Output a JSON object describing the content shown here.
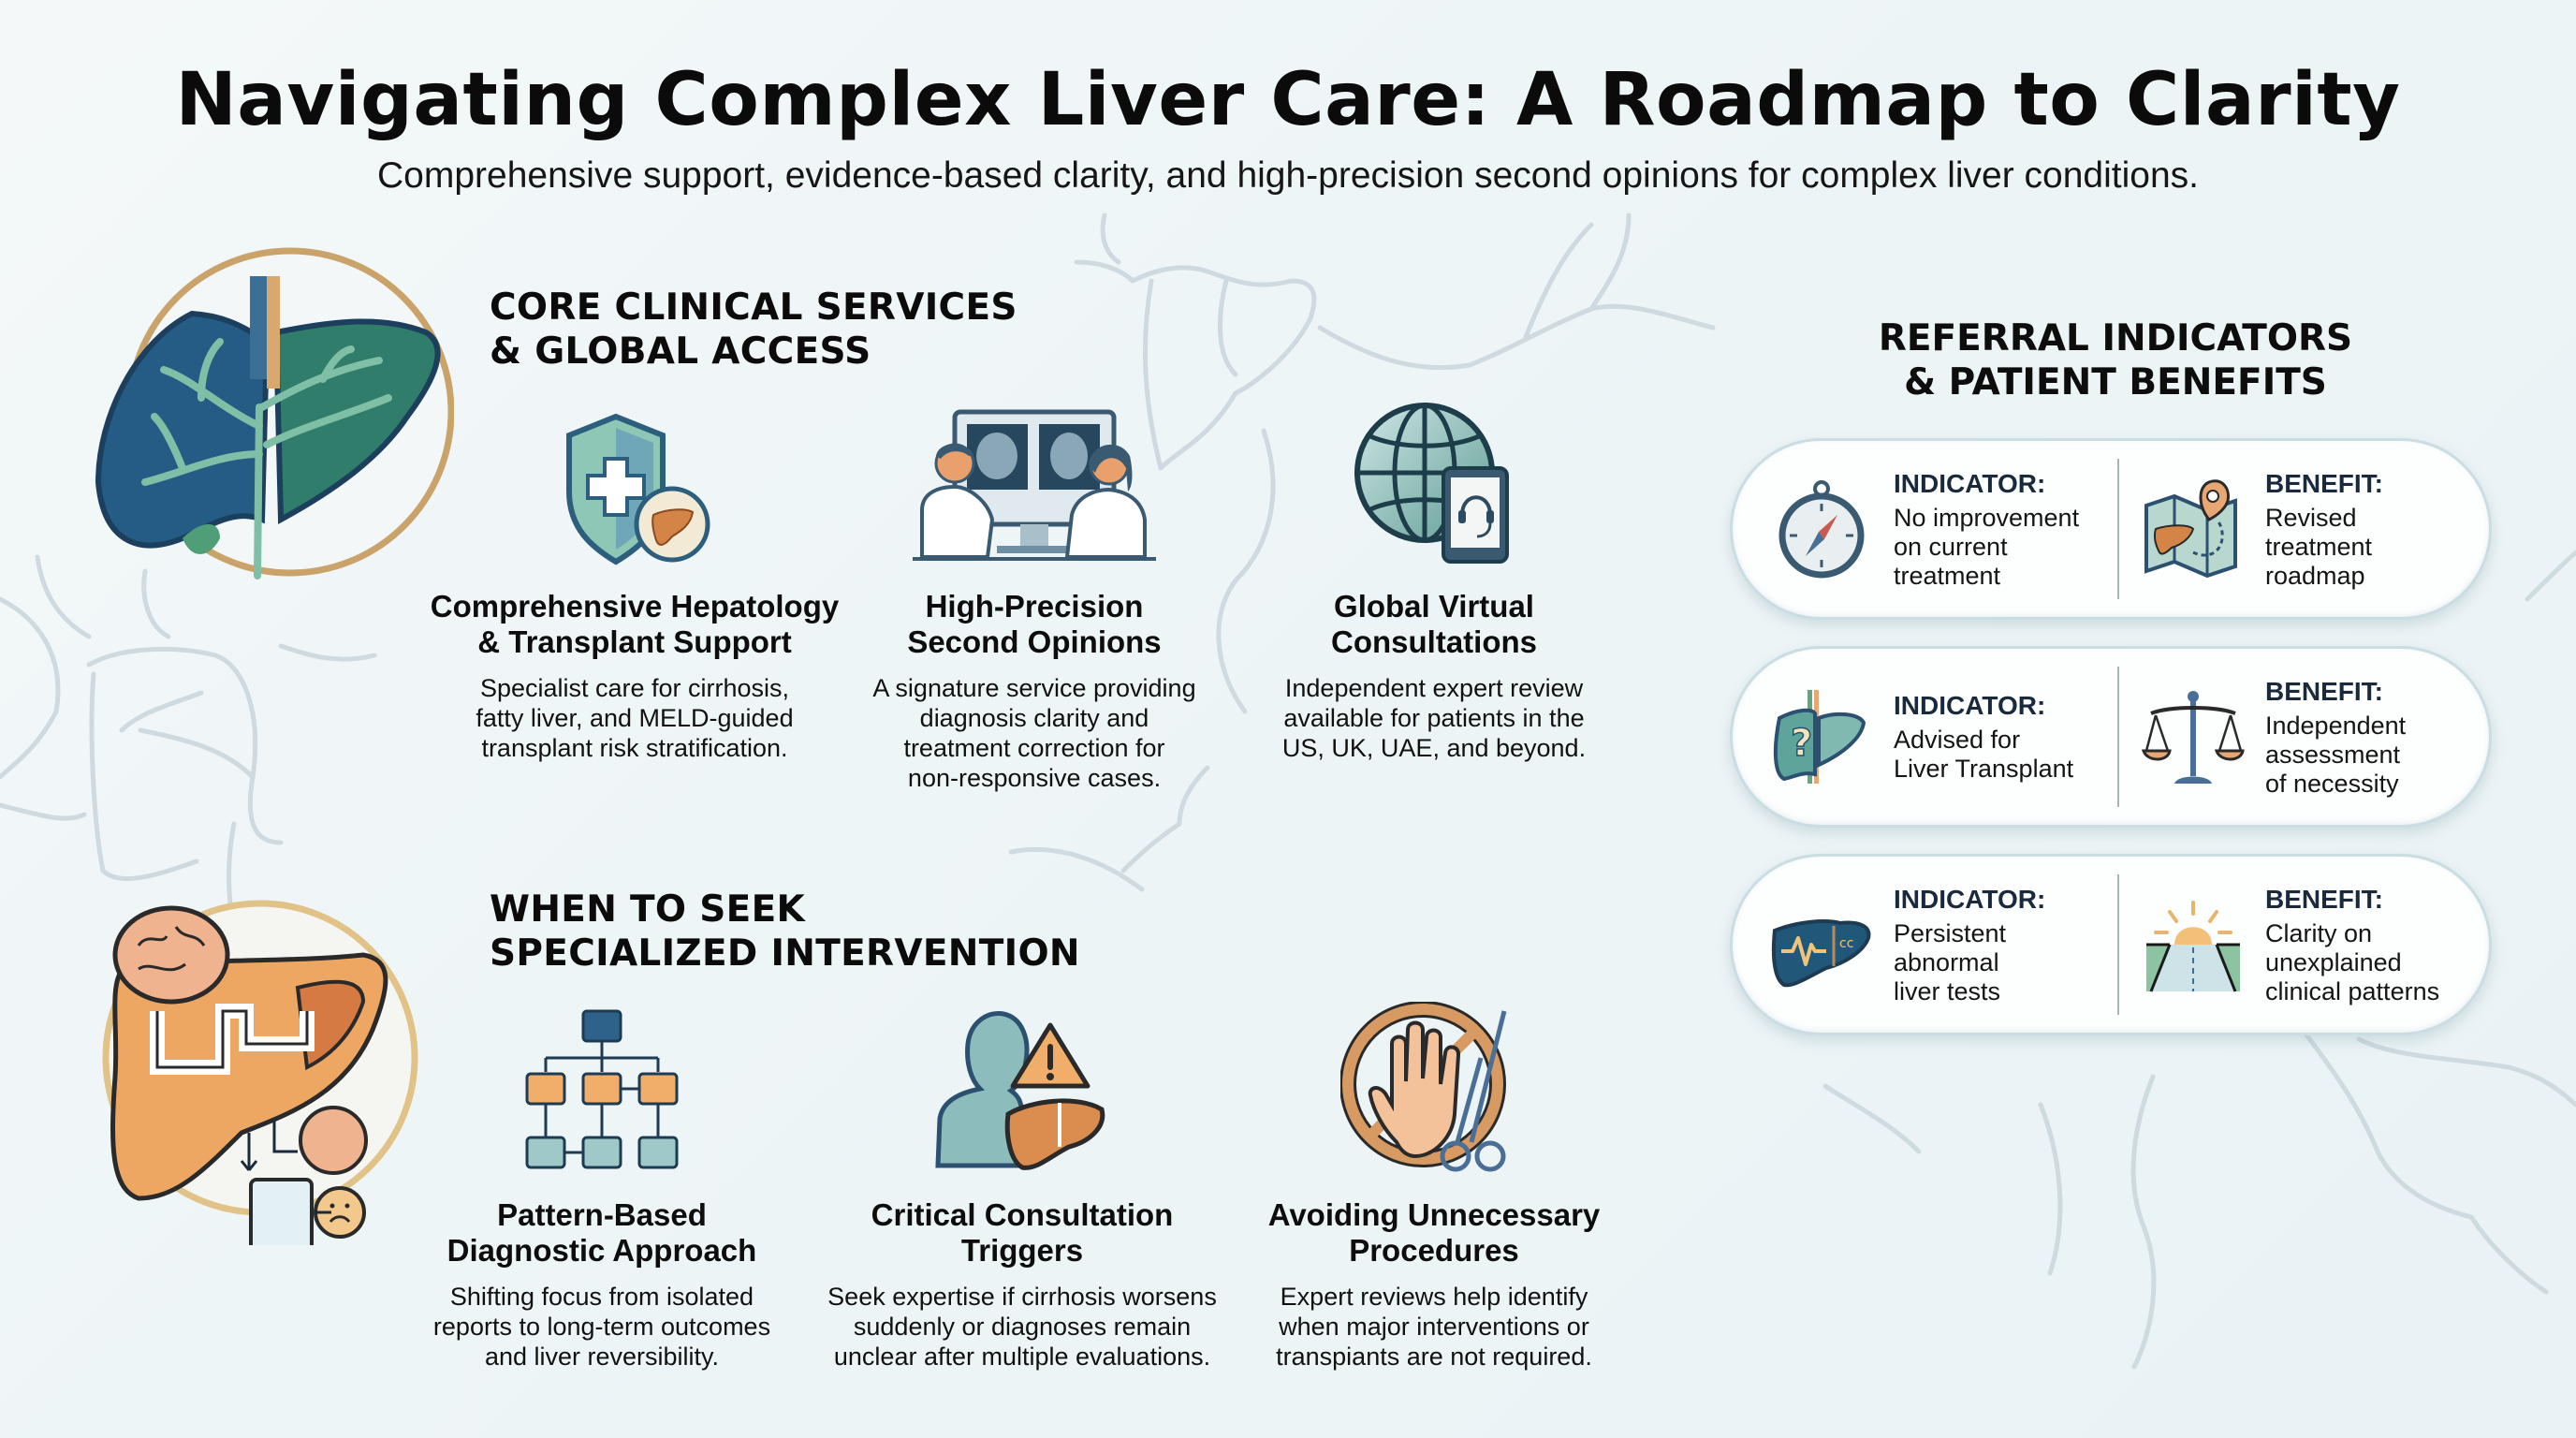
{
  "header": {
    "title": "Navigating Complex Liver Care: A Roadmap to Clarity",
    "subtitle": "Comprehensive support, evidence-based clarity, and high-precision second opinions for complex liver conditions."
  },
  "core_services": {
    "heading_line1": "CORE CLINICAL SERVICES",
    "heading_line2": "& GLOBAL ACCESS",
    "hero_icon": "liver-vasculature-icon",
    "items": [
      {
        "icon": "shield-cross-liver-icon",
        "title_line1": "Comprehensive Hepatology",
        "title_line2": "& Transplant Support",
        "desc_line1": "Specialist care for cirrhosis,",
        "desc_line2": "fatty liver, and MELD-guided",
        "desc_line3": "transplant risk stratification."
      },
      {
        "icon": "doctors-reviewing-scans-icon",
        "title_line1": "High-Precision",
        "title_line2": "Second Opinions",
        "desc_line1": "A signature service providing",
        "desc_line2": "diagnosis clarity and",
        "desc_line3": "treatment correction for",
        "desc_line4": "non-responsive cases."
      },
      {
        "icon": "globe-tablet-headset-icon",
        "title_line1": "Global Virtual",
        "title_line2": "Consultations",
        "desc_line1": "Independent expert review",
        "desc_line2": "available for patients in the",
        "desc_line3": "US, UK, UAE, and beyond."
      }
    ]
  },
  "intervention": {
    "heading_line1": "WHEN TO SEEK",
    "heading_line2": "SPECIALIZED INTERVENTION",
    "hero_icon": "liver-brain-pathway-icon",
    "items": [
      {
        "icon": "flowchart-icon",
        "title_line1": "Pattern-Based",
        "title_line2": "Diagnostic Approach",
        "desc_line1": "Shifting focus from isolated",
        "desc_line2": "reports to long-term outcomes",
        "desc_line3": "and liver reversibility."
      },
      {
        "icon": "person-warning-liver-icon",
        "title_line1": "Critical Consultation",
        "title_line2": "Triggers",
        "desc_line1": "Seek expertise if cirrhosis worsens",
        "desc_line2": "suddenly or diagnoses remain",
        "desc_line3": "unclear after multiple evaluations."
      },
      {
        "icon": "stop-hand-surgical-tool-icon",
        "title_line1": "Avoiding Unnecessary",
        "title_line2": "Procedures",
        "desc_line1": "Expert reviews help identify",
        "desc_line2": "when major interventions or",
        "desc_line3": "transpiants are not required."
      }
    ]
  },
  "referral": {
    "heading_line1": "REFERRAL INDICATORS",
    "heading_line2": "& PATIENT BENEFITS",
    "indicator_label": "INDICATOR:",
    "benefit_label": "BENEFIT:",
    "rows": [
      {
        "indicator_icon": "compass-icon",
        "indicator_lines": [
          "No improvement",
          "on current",
          "treatment"
        ],
        "benefit_icon": "map-pin-liver-icon",
        "benefit_lines": [
          "Revised",
          "treatment",
          "roadmap"
        ]
      },
      {
        "indicator_icon": "liver-question-icon",
        "indicator_lines": [
          "Advised for",
          "Liver Transplant"
        ],
        "benefit_icon": "balance-scale-icon",
        "benefit_lines": [
          "Independent",
          "assessment",
          "of necessity"
        ]
      },
      {
        "indicator_icon": "liver-pulse-icon",
        "indicator_lines": [
          "Persistent",
          "abnormal",
          "liver tests"
        ],
        "benefit_icon": "sunrise-road-icon",
        "benefit_lines": [
          "Clarity on",
          "unexplained",
          "clinical patterns"
        ]
      }
    ]
  },
  "colors": {
    "navy": "#1f4e6e",
    "teal": "#5fa7a0",
    "green": "#3e8f6a",
    "orange": "#e8a15c",
    "gold": "#c9a36a",
    "card_border": "#c9dde3",
    "label_navy": "#1a2a3c"
  }
}
